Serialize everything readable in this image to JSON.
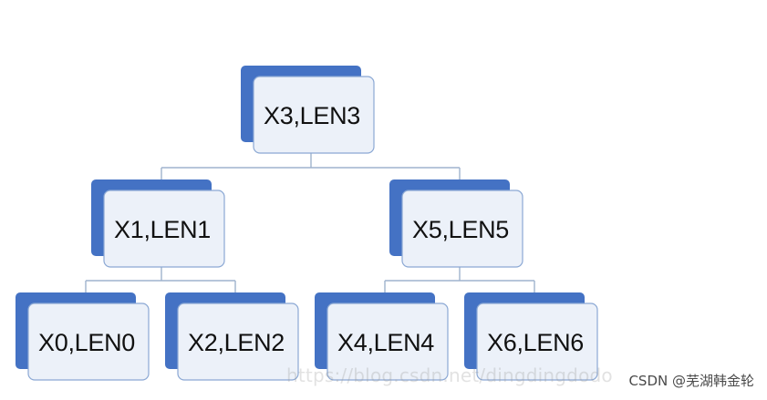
{
  "tree": {
    "nodes": [
      {
        "id": "x3",
        "label": "X3,LEN3"
      },
      {
        "id": "x1",
        "label": "X1,LEN1"
      },
      {
        "id": "x5",
        "label": "X5,LEN5"
      },
      {
        "id": "x0",
        "label": "X0,LEN0"
      },
      {
        "id": "x2",
        "label": "X2,LEN2"
      },
      {
        "id": "x4",
        "label": "X4,LEN4"
      },
      {
        "id": "x6",
        "label": "X6,LEN6"
      }
    ],
    "edges": [
      {
        "from": "x3",
        "to": "x1"
      },
      {
        "from": "x3",
        "to": "x5"
      },
      {
        "from": "x1",
        "to": "x0"
      },
      {
        "from": "x1",
        "to": "x2"
      },
      {
        "from": "x5",
        "to": "x4"
      },
      {
        "from": "x5",
        "to": "x6"
      }
    ],
    "colors": {
      "accent": "#4472c4",
      "card_fill": "#ecf1f9",
      "card_border": "#8ba8d4",
      "connector": "#9fb3cd"
    }
  },
  "watermark": {
    "url": "https://blog.csdn.net/dingdingdodo",
    "credit": "CSDN @芜湖韩金轮"
  }
}
